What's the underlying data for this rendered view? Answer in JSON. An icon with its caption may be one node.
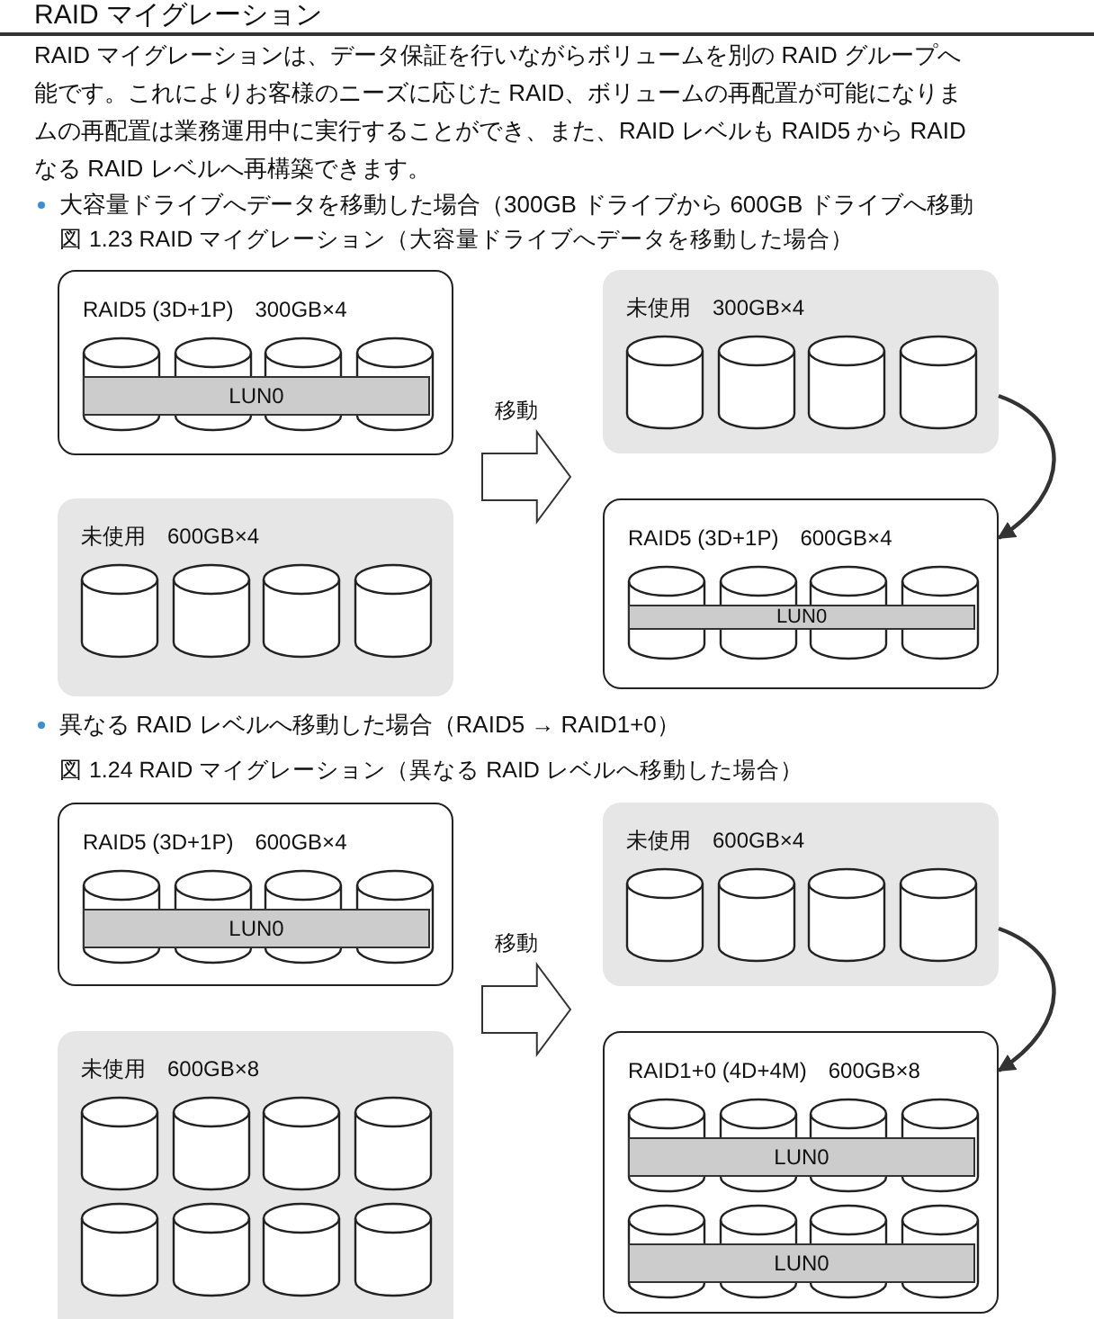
{
  "diagram": {
    "title": "RAID マイグレーション",
    "nodes": [
      {
        "text": [
          "RAID5 (3D+1P)　300GB×4"
        ]
      },
      {
        "text": [
          "LUN0"
        ],
        "in": 0
      },
      {
        "text": [
          "未使用　300GB×4"
        ]
      },
      {
        "text": [
          "未使用　600GB×4"
        ]
      },
      {
        "text": [
          "RAID5 (3D+1P)　600GB×4"
        ]
      },
      {
        "text": [
          "LUN0"
        ],
        "in": 4
      },
      {
        "text": [
          "RAID5 (3D+1P)　600GB×4"
        ]
      },
      {
        "text": [
          "LUN0"
        ],
        "in": 6
      },
      {
        "text": [
          "未使用　600GB×4"
        ]
      },
      {
        "text": [
          "未使用　600GB×8"
        ]
      },
      {
        "text": [
          "RAID1+0 (4D+4M)　600GB×8"
        ]
      },
      {
        "text": [
          "LUN0"
        ],
        "in": 10
      },
      {
        "text": [
          "LUN0"
        ],
        "in": 10
      }
    ],
    "edges": [
      {
        "from": 0,
        "to": 2,
        "arrow": "to",
        "label": "移動"
      },
      {
        "from": 6,
        "to": 8,
        "arrow": "to",
        "label": "移動"
      },
      {
        "from": 2,
        "to": 4,
        "arrow": "to"
      },
      {
        "from": 8,
        "to": 10,
        "arrow": "to"
      }
    ],
    "labels": [
      "RAID マイグレーションは、データ保証を行いながらボリュームを別の RAID グループへ",
      "能です。これによりお客様のニーズに応じた RAID、ボリュームの再配置が可能になりま",
      "ムの再配置は業務運用中に実行することができ、また、RAID レベルも RAID5 から RAID",
      "なる RAID レベルへ再構築できます。",
      "大容量ドライブへデータを移動した場合（300GB ドライブから 600GB ドライブへ移動",
      "図 1.23 RAID マイグレーション（大容量ドライブへデータを移動した場合）",
      "異なる RAID レベルへ移動した場合（RAID5 → RAID1+0）",
      "図 1.24 RAID マイグレーション（異なる RAID レベルへ移動した場合）"
    ]
  }
}
